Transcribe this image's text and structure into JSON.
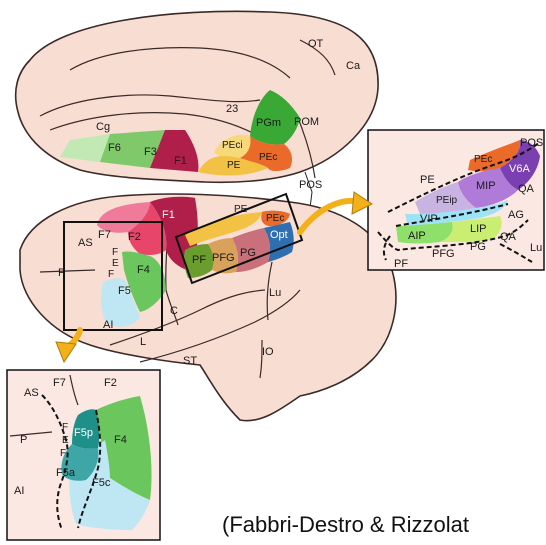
{
  "colors": {
    "brain": "#f8ddd3",
    "inset_bg": "#fbe8e2",
    "F1": "#b01e4a",
    "F2": "#e8456b",
    "F3": "#7fc96a",
    "F4": "#6cc65e",
    "F5": "#bfe6f3",
    "F5p": "#1f8f8a",
    "F5a": "#3fa6a8",
    "F6": "#c2e9b4",
    "F7": "#f07a99",
    "PE": "#f3c244",
    "PEc": "#ea6a2a",
    "PEci": "#f6d97a",
    "PGm": "#3aa835",
    "PF": "#6a9d2e",
    "PFG": "#d9a25c",
    "PG": "#c9707a",
    "Opt": "#2f6fb0",
    "MIP": "#b07ad8",
    "V6A": "#7a3fb0",
    "PEip": "#c9b3e3",
    "VIP": "#9ee3f5",
    "AIP": "#8fe06a",
    "LIP": "#c9ee72",
    "arrow": "#f2b01a"
  },
  "medial": {
    "sulci": {
      "ot": "OT",
      "ca": "Ca",
      "pom": "POM",
      "cg": "Cg"
    },
    "area_23": "23",
    "areas": {
      "f6": "F6",
      "f3": "F3",
      "f1": "F1",
      "peci": "PEci",
      "pe": "PE",
      "pgm": "PGm",
      "pec": "PEc"
    }
  },
  "lateral": {
    "sulci": {
      "pos": "POS",
      "as": "AS",
      "p": "P",
      "fef": [
        "F",
        "E",
        "F"
      ],
      "c": "C",
      "al": "AI",
      "l": "L",
      "st": "ST",
      "lu": "Lu",
      "io": "IO"
    },
    "areas": {
      "f1": "F1",
      "f2": "F2",
      "f7": "F7",
      "f4": "F4",
      "f5": "F5",
      "pe": "PE",
      "pec": "PEc",
      "pf": "PF",
      "pfg": "PFG",
      "pg": "PG",
      "opt": "Opt"
    }
  },
  "inset_right": {
    "labels": {
      "pos": "POS",
      "pec": "PEc",
      "v6a": "V6A",
      "pe": "PE",
      "mip": "MIP",
      "qa1": "QA",
      "peip": "PEip",
      "vip": "VIP",
      "ag": "AG",
      "aip": "AIP",
      "lip": "LIP",
      "qa2": "QA",
      "lu": "Lu",
      "pf": "PF",
      "pfg": "PFG",
      "pg": "PG"
    }
  },
  "inset_left": {
    "labels": {
      "as": "AS",
      "f7": "F7",
      "f2": "F2",
      "p": "P",
      "fef": [
        "F",
        "E",
        "F"
      ],
      "f5p": "F5p",
      "f4": "F4",
      "f5a": "F5a",
      "f5c": "F5c",
      "al": "AI"
    }
  },
  "citation": "(Fabbri-Destro & Rizzolat"
}
